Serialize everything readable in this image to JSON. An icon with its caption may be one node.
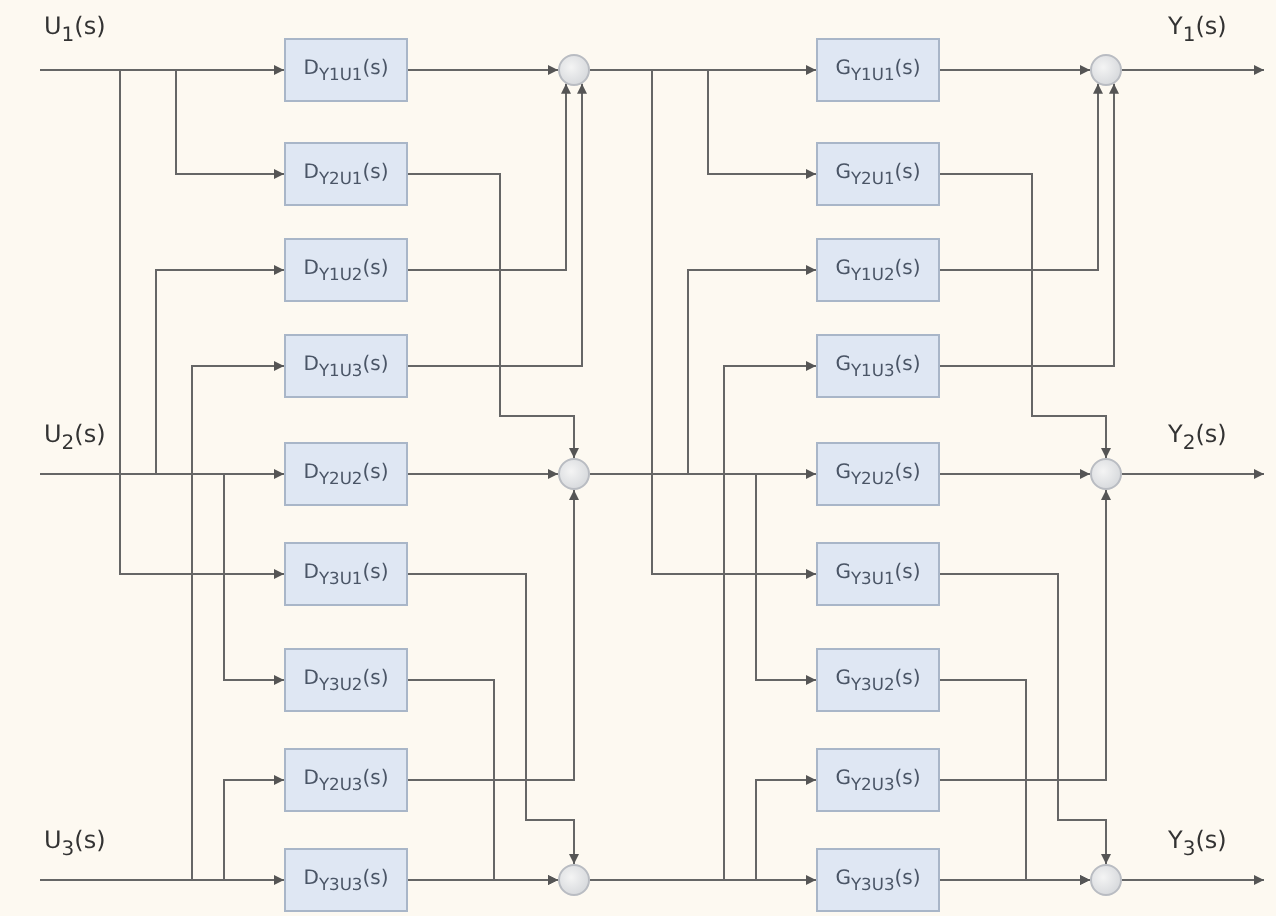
{
  "diagram": {
    "nodes": [
      {
        "text": [
          "D$_{Y1U1}$(s)"
        ]
      },
      {
        "text": [
          "D$_{Y2U1}$(s)"
        ]
      },
      {
        "text": [
          "D$_{Y1U2}$(s)"
        ]
      },
      {
        "text": [
          "D$_{Y1U3}$(s)"
        ]
      },
      {
        "text": [
          "D$_{Y2U2}$(s)"
        ]
      },
      {
        "text": [
          "D$_{Y3U1}$(s)"
        ]
      },
      {
        "text": [
          "D$_{Y3U2}$(s)"
        ]
      },
      {
        "text": [
          "D$_{Y2U3}$(s)"
        ]
      },
      {
        "text": [
          "D$_{Y3U3}$(s)"
        ]
      },
      {
        "text": [],
        "shape": "circle"
      },
      {
        "text": [],
        "shape": "circle"
      },
      {
        "text": [],
        "shape": "circle"
      },
      {
        "text": [
          "G$_{Y1U1}$(s)"
        ]
      },
      {
        "text": [
          "G$_{Y2U1}$(s)"
        ]
      },
      {
        "text": [
          "G$_{Y1U2}$(s)"
        ]
      },
      {
        "text": [
          "G$_{Y1U3}$(s)"
        ]
      },
      {
        "text": [
          "G$_{Y2U2}$(s)"
        ]
      },
      {
        "text": [
          "G$_{Y3U1}$(s)"
        ]
      },
      {
        "text": [
          "G$_{Y3U2}$(s)"
        ]
      },
      {
        "text": [
          "G$_{Y2U3}$(s)"
        ]
      },
      {
        "text": [
          "G$_{Y3U3}$(s)"
        ]
      },
      {
        "text": [],
        "shape": "circle"
      },
      {
        "text": [],
        "shape": "circle"
      },
      {
        "text": [],
        "shape": "circle"
      }
    ],
    "edges": [
      {
        "from": null,
        "to": 0,
        "arrow": "to"
      },
      {
        "from": null,
        "to": 1,
        "arrow": "to"
      },
      {
        "from": null,
        "to": 5,
        "arrow": "to"
      },
      {
        "from": null,
        "to": 2,
        "arrow": "to"
      },
      {
        "from": null,
        "to": 4,
        "arrow": "to"
      },
      {
        "from": null,
        "to": 6,
        "arrow": "to"
      },
      {
        "from": null,
        "to": 3,
        "arrow": "to"
      },
      {
        "from": null,
        "to": 7,
        "arrow": "to"
      },
      {
        "from": null,
        "to": 8,
        "arrow": "to"
      },
      {
        "from": 0,
        "to": 9,
        "arrow": "to"
      },
      {
        "from": 1,
        "to": 10,
        "arrow": "to"
      },
      {
        "from": 2,
        "to": 9,
        "arrow": "to"
      },
      {
        "from": 3,
        "to": 9,
        "arrow": "to"
      },
      {
        "from": 4,
        "to": 10,
        "arrow": "to"
      },
      {
        "from": 5,
        "to": 11,
        "arrow": "to"
      },
      {
        "from": 6,
        "to": 11,
        "arrow": "to"
      },
      {
        "from": 7,
        "to": 10,
        "arrow": "to"
      },
      {
        "from": 8,
        "to": 11,
        "arrow": "to"
      },
      {
        "from": 9,
        "to": 12,
        "arrow": "to"
      },
      {
        "from": 9,
        "to": 13,
        "arrow": "to"
      },
      {
        "from": 9,
        "to": 17,
        "arrow": "to"
      },
      {
        "from": 10,
        "to": 14,
        "arrow": "to"
      },
      {
        "from": 10,
        "to": 16,
        "arrow": "to"
      },
      {
        "from": 10,
        "to": 18,
        "arrow": "to"
      },
      {
        "from": 11,
        "to": 15,
        "arrow": "to"
      },
      {
        "from": 11,
        "to": 19,
        "arrow": "to"
      },
      {
        "from": 11,
        "to": 20,
        "arrow": "to"
      },
      {
        "from": 12,
        "to": 21,
        "arrow": "to"
      },
      {
        "from": 13,
        "to": 22,
        "arrow": "to"
      },
      {
        "from": 14,
        "to": 21,
        "arrow": "to"
      },
      {
        "from": 15,
        "to": 21,
        "arrow": "to"
      },
      {
        "from": 16,
        "to": 22,
        "arrow": "to"
      },
      {
        "from": 17,
        "to": 23,
        "arrow": "to"
      },
      {
        "from": 18,
        "to": 23,
        "arrow": "to"
      },
      {
        "from": 19,
        "to": 22,
        "arrow": "to"
      },
      {
        "from": 20,
        "to": 23,
        "arrow": "to"
      },
      {
        "from": 21,
        "to": null,
        "arrow": "to"
      },
      {
        "from": 22,
        "to": null,
        "arrow": "to"
      },
      {
        "from": 23,
        "to": null,
        "arrow": "to"
      }
    ],
    "labels": [
      "U$_{1}$(s)",
      "U$_{2}$(s)",
      "U$_{3}$(s)",
      "Y$_{1}$(s)",
      "Y$_{2}$(s)",
      "Y$_{3}$(s)"
    ]
  }
}
